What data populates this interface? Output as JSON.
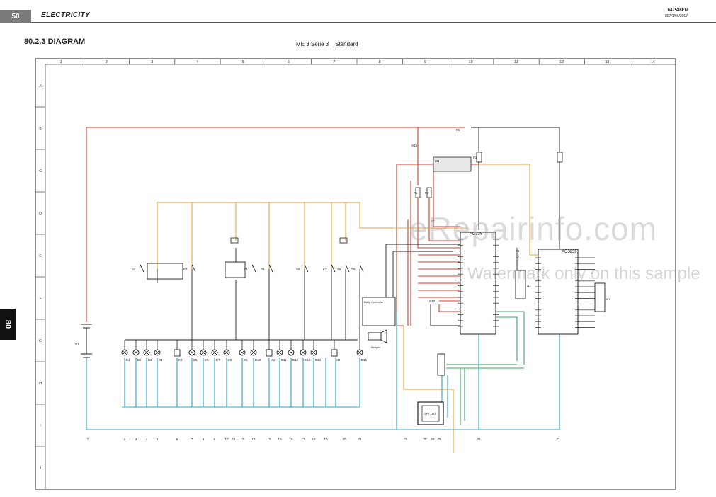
{
  "header": {
    "page_number": "50",
    "chapter": "ELECTRICITY",
    "doc_code": "647586EN",
    "doc_date": "807/1/06/2017"
  },
  "section": {
    "number_title": "80.2.3   DIAGRAM",
    "diagram_title": "ME 3 Série 3 _ Standard"
  },
  "side_tab": "80",
  "grid": {
    "columns": [
      "1",
      "2",
      "3",
      "4",
      "5",
      "6",
      "7",
      "8",
      "9",
      "10",
      "11",
      "12",
      "13",
      "14"
    ],
    "rows": [
      "A",
      "B",
      "C",
      "D",
      "E",
      "F",
      "G",
      "H",
      "I",
      "J"
    ]
  },
  "bottom_numbers": [
    "1",
    "2",
    "3",
    "4",
    "5",
    "6",
    "7",
    "8",
    "9",
    "10",
    "11",
    "12",
    "13",
    "16",
    "19",
    "15",
    "17",
    "18",
    "19",
    "20",
    "21",
    "22",
    "25",
    "28",
    "29",
    "36",
    "27"
  ],
  "lamp_labels": [
    "E1",
    "E2",
    "E3",
    "E4",
    "K3",
    "E5",
    "E6",
    "E7",
    "E8",
    "E9",
    "E10",
    "M1",
    "E11",
    "E12",
    "E13",
    "E14",
    "M2",
    "E15"
  ],
  "switch_labels": [
    "S2",
    "K2",
    "S4",
    "S3",
    "S6",
    "K2",
    "S8",
    "S9",
    "K5",
    "S18",
    "S7",
    "F6",
    "F7",
    "F1",
    "F2",
    "F1",
    "S10",
    "G1"
  ],
  "components": {
    "ac_left": "AC336",
    "ac_right": "AC323F",
    "m3_box": "M3",
    "optio": "OPT100",
    "display": "Dolly Controller",
    "beeper": "Beeper",
    "m6": "M6",
    "m7": "M7"
  },
  "colors": {
    "red": "#d9392b",
    "orange": "#e8a23a",
    "blue": "#27a6c8",
    "green": "#3aa864",
    "frame": "#222222"
  },
  "watermark": {
    "main": "eRepairinfo.com",
    "sub": "Watermark only on this sample"
  }
}
